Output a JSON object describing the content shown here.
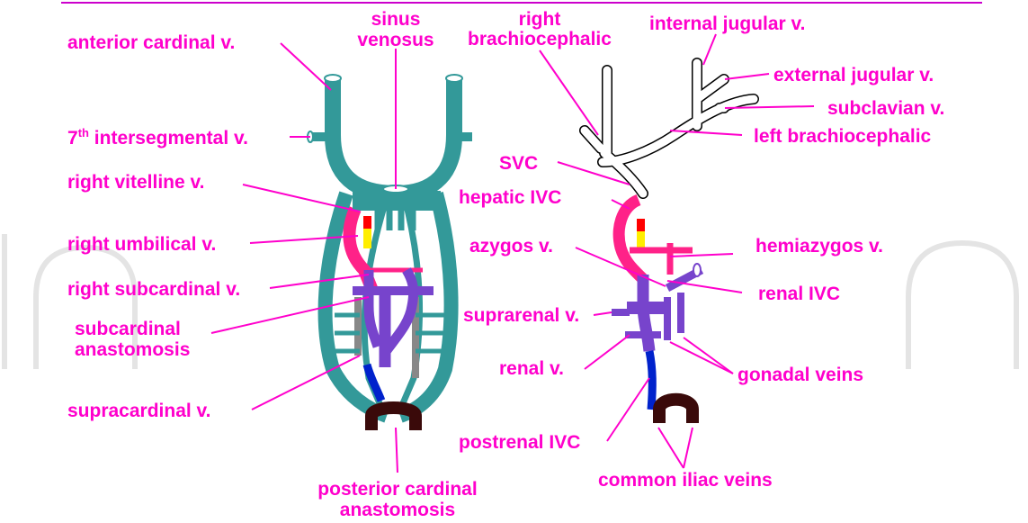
{
  "colors": {
    "label": "#ff00cc",
    "leader": "#ff00cc",
    "cardinal": "#339999",
    "subcardinal": "#7744cc",
    "supracardinal": "#888888",
    "vitelline": "#ff2288",
    "hepatic_red": "#ff0000",
    "hepatic_yellow": "#ffee00",
    "blue": "#0022cc",
    "anastomosis": "#3a0a0a",
    "top_rule": "#cc00cc"
  },
  "left": {
    "anterior_cardinal": "anterior cardinal v.",
    "sinus_venosus_line1": "sinus",
    "sinus_venosus_line2": "venosus",
    "intersegmental_prefix": "7",
    "intersegmental_sup": "th",
    "intersegmental_rest": " intersegmental v.",
    "right_vitelline": "right vitelline v.",
    "right_umbilical": "right umbilical v.",
    "right_subcardinal": "right subcardinal v.",
    "subcardinal_anastomosis_line1": "subcardinal",
    "subcardinal_anastomosis_line2": "anastomosis",
    "supracardinal": "supracardinal v.",
    "posterior_cardinal_line1": "posterior cardinal",
    "posterior_cardinal_line2": "anastomosis"
  },
  "right": {
    "right_brachiocephalic_line1": "right",
    "right_brachiocephalic_line2": "brachiocephalic",
    "internal_jugular": "internal jugular v.",
    "external_jugular": "external jugular v.",
    "subclavian": "subclavian v.",
    "left_brachiocephalic": "left brachiocephalic",
    "svc": "SVC",
    "hepatic_ivc": "hepatic IVC",
    "azygos": "azygos v.",
    "hemiazygos": "hemiazygos v.",
    "renal_ivc": "renal IVC",
    "suprarenal": "suprarenal v.",
    "renal": "renal v.",
    "gonadal": "gonadal veins",
    "postrenal_ivc": "postrenal IVC",
    "common_iliac": "common iliac veins"
  }
}
